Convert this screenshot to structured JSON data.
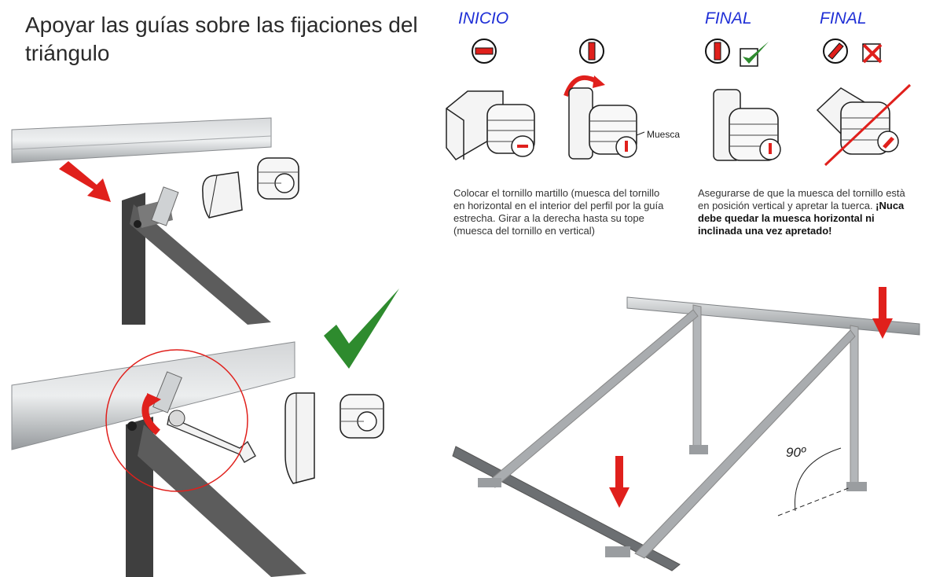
{
  "title": "Apoyar las guías sobre las fijaciones del triángulo",
  "steps": {
    "inicio_label": "INICIO",
    "final_label_1": "FINAL",
    "final_label_2": "FINAL",
    "muesca_label": "Muesca"
  },
  "captions": {
    "left": "Colocar el tornillo martillo (muesca del tornillo en horizontal en el interior del perfil por la guía estrecha. Girar a la derecha hasta su tope (muesca del tornillo en vertical)",
    "right_normal": "Asegurarse de que la muesca del tornillo està en posición vertical y apretar la tuerca. ",
    "right_bold": "¡Nuca debe quedar la muesca horizontal ni inclinada una vez apretado!"
  },
  "angle_label": "90º",
  "colors": {
    "accent_blue": "#1f2fd6",
    "arrow_red": "#e0201c",
    "check_green": "#2e8b2e",
    "profile_dark": "#4a4a4a",
    "rail_silver": "#b9bcbf"
  },
  "icons": [
    "minus-circle-icon",
    "vertical-circle-icon",
    "check-icon",
    "diagonal-circle-icon",
    "cross-box-icon",
    "rotate-arrow-icon"
  ]
}
